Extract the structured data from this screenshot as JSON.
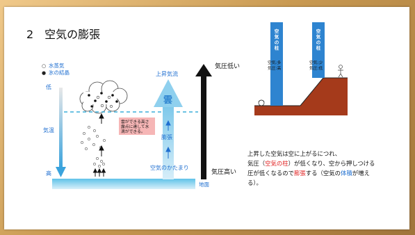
{
  "slide": {
    "title": "2　空気の膨張",
    "legend": {
      "vapor_symbol": "○",
      "vapor_label": "水蒸気",
      "ice_symbol": "●",
      "ice_label": "氷の結晶"
    },
    "temp_low": "低",
    "temp_axis": "気温",
    "temp_high": "高",
    "cloud_note_lines": [
      "雲ができる高さ",
      "露点に達して水",
      "滴ができる。"
    ],
    "rising_air": "上昇気流",
    "cloud_char": "雲",
    "expand": "膨張",
    "air_mass": "空気のかたまり",
    "ground": "地面",
    "pressure_low": "気圧低い",
    "pressure_high": "気圧高い",
    "column_label": "空気の柱",
    "col_left_line1": "空気:多",
    "col_left_line2": "気圧:高",
    "col_right_line1": "空気:少",
    "col_right_line2": "気圧:低",
    "explanation": {
      "l1": "上昇した空気は空に上がるにつれ、",
      "l2_a": "気圧（",
      "l2_b": "空気の柱",
      "l2_c": "）が低くなり、空から押しつける",
      "l3_a": "圧が低くなるので",
      "l3_b": "膨張",
      "l3_c": "する（空気の",
      "l3_d": "体積",
      "l3_e": "が増え",
      "l4": "る）。"
    },
    "colors": {
      "sky_blue": "#4bb6e0",
      "column_blue": "#2e84d0",
      "hill_brown": "#a53a1b",
      "dashed_line": "#3aaed8",
      "note_pink": "#f6b6b6",
      "red_text": "#e02020",
      "blue_text": "#1f6fd0"
    }
  }
}
